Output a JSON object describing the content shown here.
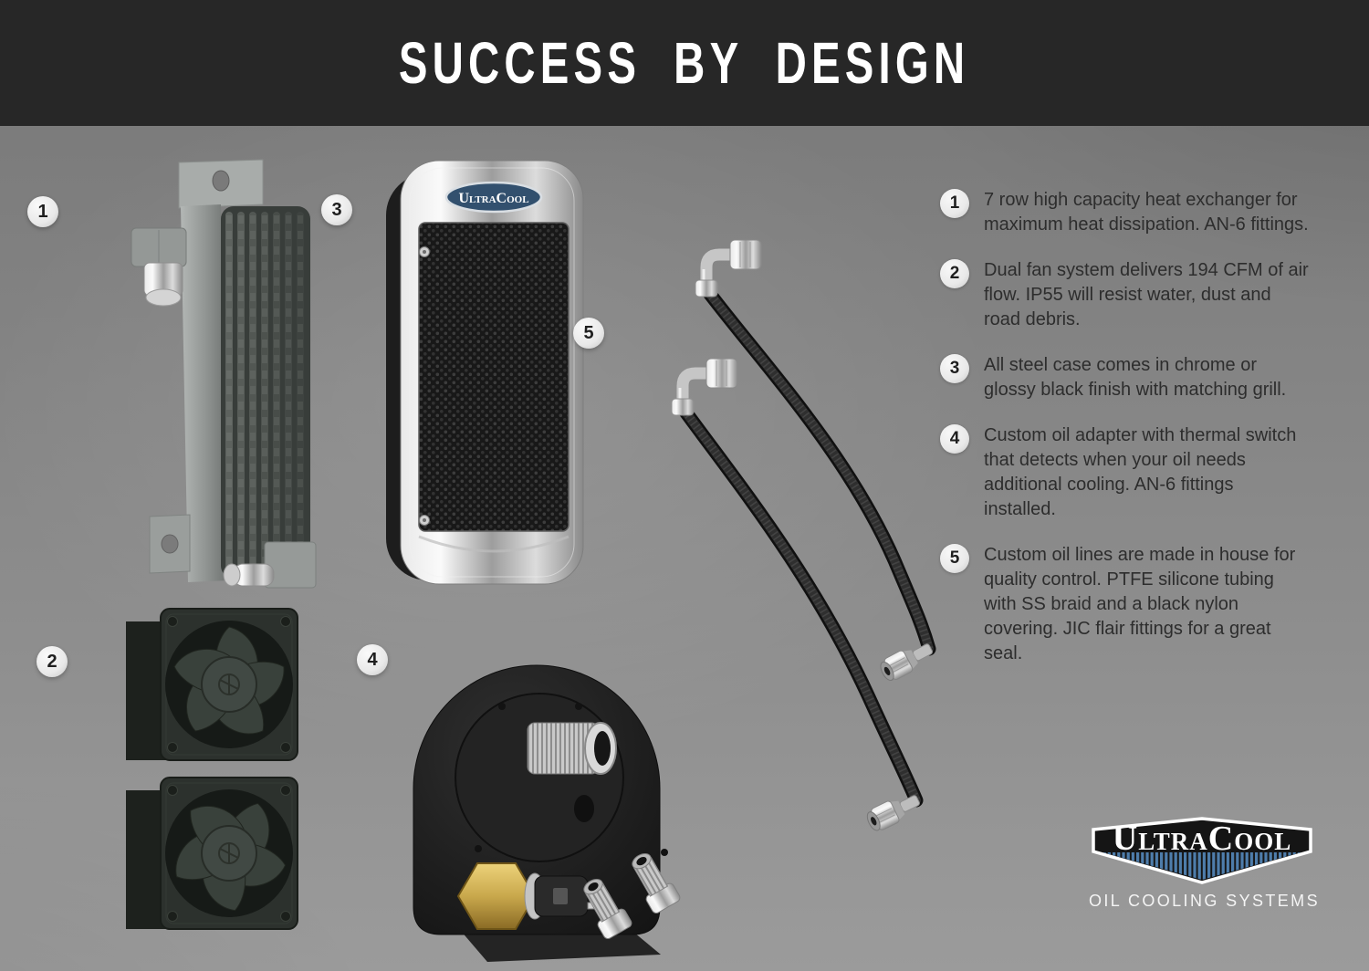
{
  "header": {
    "title": "SUCCESS BY DESIGN"
  },
  "callouts": [
    {
      "number": "1",
      "text": "7 row high capacity heat exchanger for maximum heat dissipation. AN-6 fittings."
    },
    {
      "number": "2",
      "text": "Dual fan system delivers 194 CFM of air flow. IP55 will resist water, dust and road debris."
    },
    {
      "number": "3",
      "text": "All steel case comes in chrome or glossy black finish with matching grill."
    },
    {
      "number": "4",
      "text": "Custom oil adapter with thermal switch that detects when your oil needs additional cooling. AN-6 fittings installed."
    },
    {
      "number": "5",
      "text": "Custom oil lines are made in house for quality control. PTFE silicone tubing with SS braid and a black nylon covering. JIC flair fittings for a great seal."
    }
  ],
  "brand": {
    "name": "UltraCool",
    "tagline": "OIL COOLING SYSTEMS"
  },
  "colors": {
    "header_bg": "#272727",
    "page_top": "#777777",
    "page_mid": "#8a8a8a",
    "page_bottom": "#9b9b9b",
    "title_text": "#ffffff",
    "body_text": "#2d2d2d",
    "marker_bg": "#e9e9e9",
    "logo_blue": "#4e7dab",
    "logo_black": "#151515",
    "case_badge_blue": "#32506e",
    "brass": "#c9a84c"
  }
}
